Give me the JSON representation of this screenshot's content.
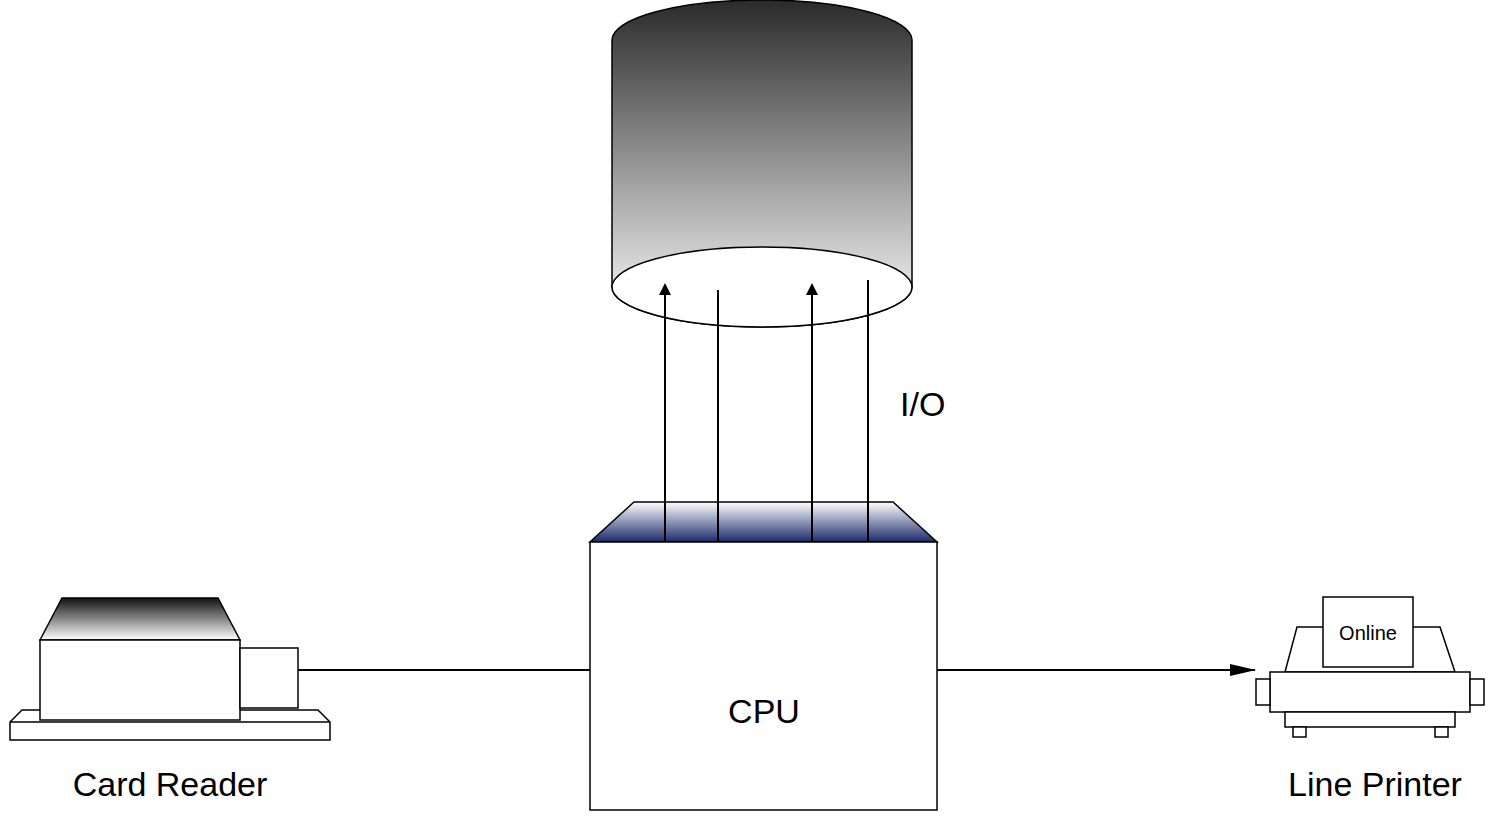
{
  "diagram": {
    "nodes": [
      {
        "text": [
          "Card Reader"
        ]
      },
      {
        "text": [
          "CPU"
        ]
      },
      {
        "text": [
          "Online",
          "Line Printer"
        ]
      }
    ],
    "edges": [
      {
        "from": 0,
        "to": 1,
        "arrow": "none"
      },
      {
        "from": 1,
        "to": 2,
        "arrow": "to"
      }
    ],
    "labels": [
      "I/O"
    ]
  }
}
